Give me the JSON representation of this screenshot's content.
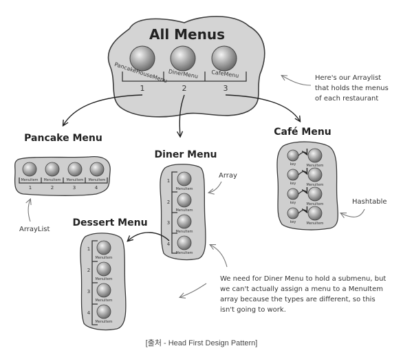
{
  "all_menus": {
    "title": "All Menus",
    "items": [
      {
        "label": "PancakeHouseMenu",
        "index": "1"
      },
      {
        "label": "DinerMenu",
        "index": "2"
      },
      {
        "label": "CafeMenu",
        "index": "3"
      }
    ]
  },
  "annotations": {
    "arraylist_note": [
      "Here's our Arraylist",
      "that holds the menus",
      "of each restaurant"
    ],
    "array": "Array",
    "hashtable": "Hashtable",
    "arraylist": "ArrayList",
    "submenu_note": [
      "We need for Diner Menu to hold a submenu, but",
      "we can't actually assign a menu to a MenuItem",
      "array because the types are different, so this",
      "isn't going to work."
    ]
  },
  "pancake_menu": {
    "title": "Pancake Menu",
    "item_label": "MenuItem",
    "indices": [
      "1",
      "2",
      "3",
      "4"
    ]
  },
  "diner_menu": {
    "title": "Diner Menu",
    "item_label": "MenuItem",
    "indices": [
      "1",
      "2",
      "3",
      "4"
    ]
  },
  "cafe_menu": {
    "title": "Café Menu",
    "key_label": "key",
    "item_label": "MenuItem"
  },
  "dessert_menu": {
    "title": "Dessert Menu",
    "item_label": "MenuItem",
    "indices": [
      "1",
      "2",
      "3",
      "4"
    ]
  },
  "caption": "[출처 - Head First Design Pattern]"
}
